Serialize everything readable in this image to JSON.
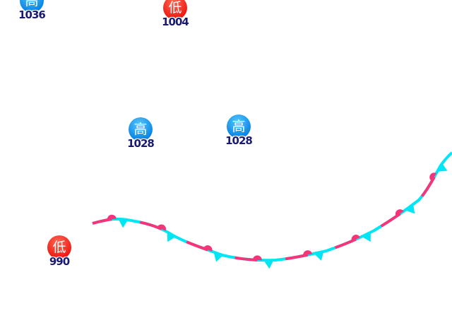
{
  "map": {
    "pressure_systems": [
      {
        "type": "high",
        "symbol": "高",
        "pressure": "1036"
      },
      {
        "type": "low",
        "symbol": "低",
        "pressure": "1004"
      },
      {
        "type": "high",
        "symbol": "高",
        "pressure": "1028"
      },
      {
        "type": "high",
        "symbol": "高",
        "pressure": "1028"
      },
      {
        "type": "low",
        "symbol": "低",
        "pressure": "990"
      }
    ],
    "front": {
      "type": "stationary",
      "warm_color": "#f5347a",
      "cold_color": "#00e6f5"
    },
    "colors": {
      "high": "#0a86e6",
      "low": "#ee1c14",
      "label": "#1a1a72"
    }
  }
}
